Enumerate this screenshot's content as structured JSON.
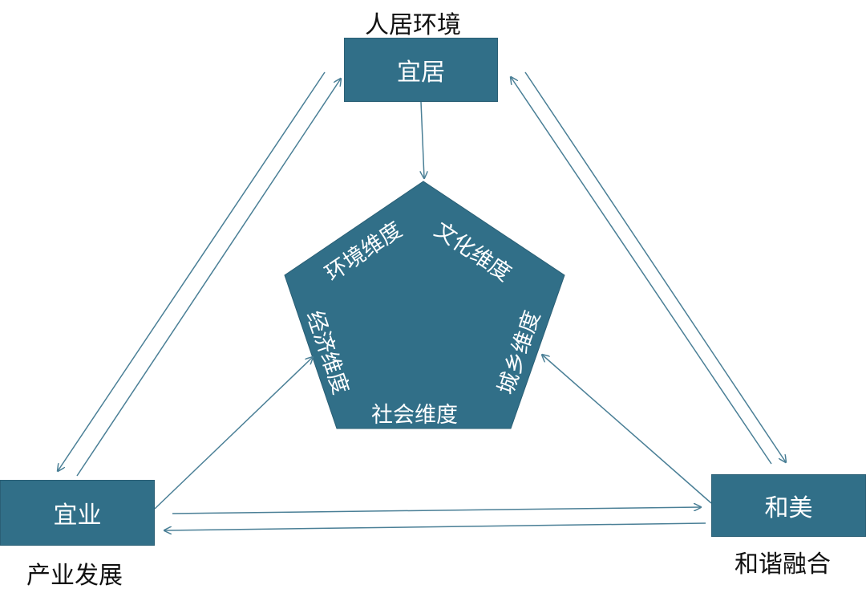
{
  "nodes": {
    "top": {
      "label": "宜居",
      "caption": "人居环境"
    },
    "left": {
      "label": "宜业",
      "caption": "产业发展"
    },
    "right": {
      "label": "和美",
      "caption": "和谐融合"
    }
  },
  "pentagon": {
    "dimensions": [
      "环境维度",
      "文化维度",
      "城乡维度",
      "社会维度",
      "经济维度"
    ]
  },
  "colors": {
    "box_fill": "#316f88",
    "arrow": "#4a7f96",
    "text_on_box": "#ffffff"
  }
}
